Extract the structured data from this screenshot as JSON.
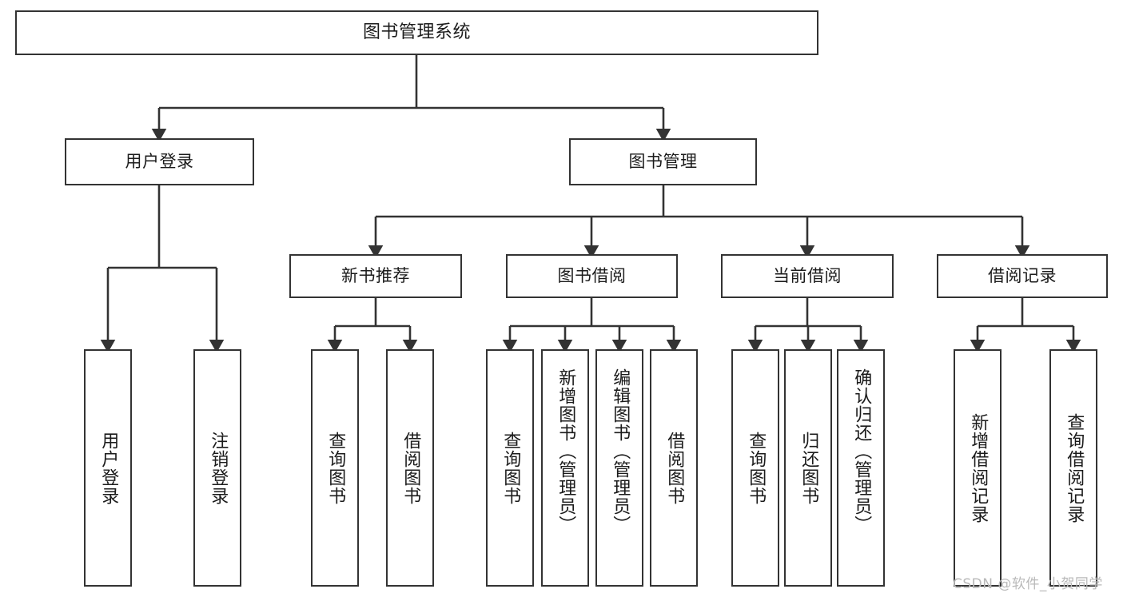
{
  "diagram": {
    "type": "tree",
    "title": "图书管理系统",
    "watermark": "CSDN @软件_小贺同学",
    "colors": {
      "box_border": "#333333",
      "box_fill": "#ffffff",
      "connector": "#333333",
      "text": "#1b1b1b",
      "watermark": "#b9b9b9"
    },
    "nodes": {
      "root": {
        "label": "图书管理系统"
      },
      "level2": [
        {
          "id": "user-login",
          "label": "用户登录"
        },
        {
          "id": "book-manage",
          "label": "图书管理"
        }
      ],
      "level3": [
        {
          "id": "new-book-rec",
          "label": "新书推荐"
        },
        {
          "id": "book-borrow",
          "label": "图书借阅"
        },
        {
          "id": "current-borrow",
          "label": "当前借阅"
        },
        {
          "id": "borrow-record",
          "label": "借阅记录"
        }
      ],
      "leaves": {
        "user-login": [
          {
            "id": "leaf-user-login",
            "label": "用户登录"
          },
          {
            "id": "leaf-logout",
            "label": "注销登录"
          }
        ],
        "new-book-rec": [
          {
            "id": "leaf-query-book-1",
            "label": "查询图书"
          },
          {
            "id": "leaf-borrow-book-1",
            "label": "借阅图书"
          }
        ],
        "book-borrow": [
          {
            "id": "leaf-query-book-2",
            "label": "查询图书"
          },
          {
            "id": "leaf-add-book",
            "label": "新增图书（管理员）"
          },
          {
            "id": "leaf-edit-book",
            "label": "编辑图书（管理员）"
          },
          {
            "id": "leaf-borrow-book-2",
            "label": "借阅图书"
          }
        ],
        "current-borrow": [
          {
            "id": "leaf-query-book-3",
            "label": "查询图书"
          },
          {
            "id": "leaf-return-book",
            "label": "归还图书"
          },
          {
            "id": "leaf-confirm-return",
            "label": "确认归还（管理员）"
          }
        ],
        "borrow-record": [
          {
            "id": "leaf-add-record",
            "label": "新增借阅记录"
          },
          {
            "id": "leaf-query-record",
            "label": "查询借阅记录"
          }
        ]
      }
    }
  }
}
